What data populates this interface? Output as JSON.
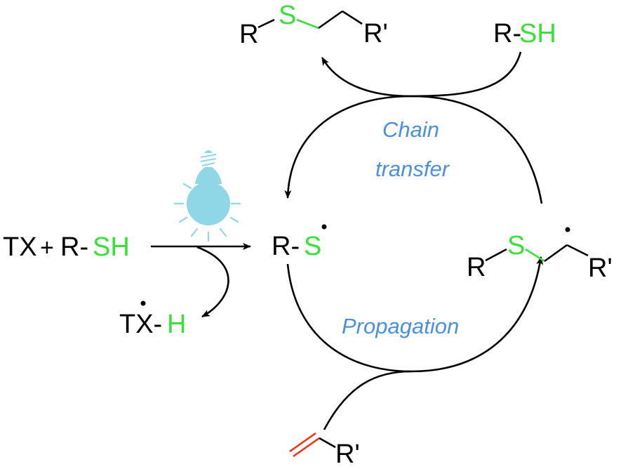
{
  "colors": {
    "black": "#000000",
    "sulfur_green": "#39e039",
    "label_blue": "#4a8fe0",
    "alkene_red": "#ee3b1b",
    "bulb_cyan": "#8fd6e6"
  },
  "icons": {
    "light_source": "lightbulb-icon",
    "radical": "radical-dot"
  },
  "cycle_labels": {
    "chain_transfer_line1": "Chain",
    "chain_transfer_line2": "transfer",
    "propagation": "Propagation"
  },
  "species": {
    "thioether_product": {
      "r": "R",
      "s": "S",
      "r_prime": "R'"
    },
    "thiol_top": {
      "r_dash": "R-",
      "sh": "SH"
    },
    "initiator": {
      "tx": "TX",
      "plus": "+",
      "r_dash": "R-",
      "sh": "SH"
    },
    "txh": {
      "tx_dash": "TX-",
      "h": "H"
    },
    "thiyl_radical": {
      "r_dash": "R-",
      "s": "S"
    },
    "carbon_radical": {
      "r": "R",
      "s": "S",
      "r_prime": "R'"
    },
    "alkene": {
      "r_prime": "R'"
    }
  }
}
